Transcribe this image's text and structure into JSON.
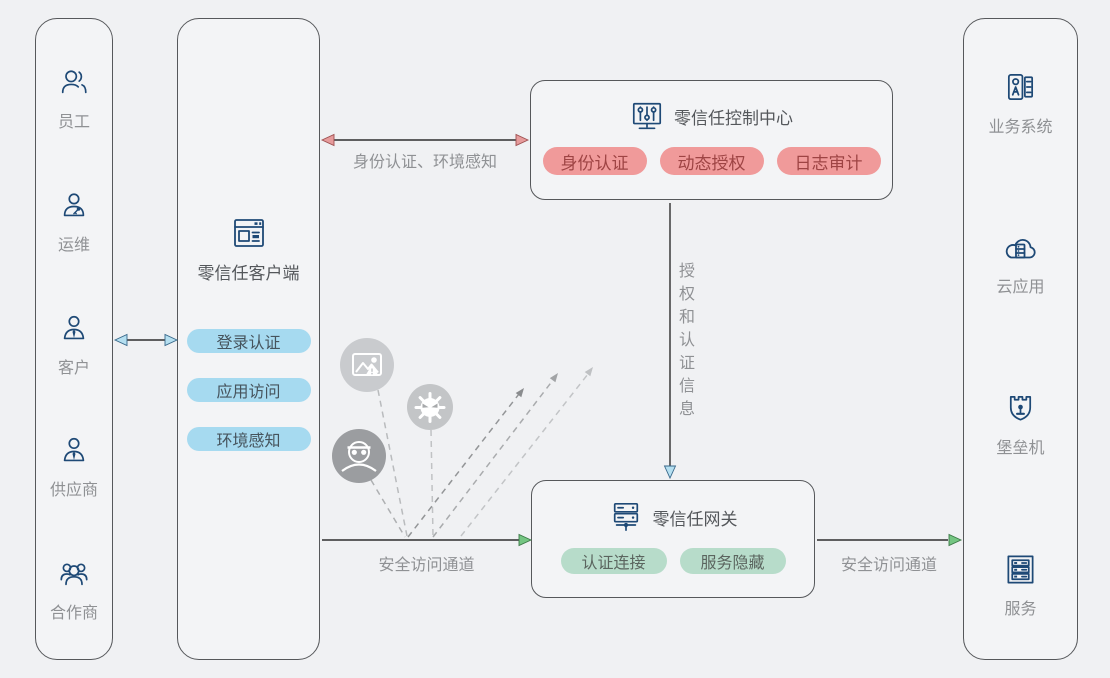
{
  "diagram_title": "zero-trust-architecture",
  "users_panel": {
    "items": [
      {
        "label": "员工",
        "icon": "employee-icon"
      },
      {
        "label": "运维",
        "icon": "ops-icon"
      },
      {
        "label": "客户",
        "icon": "customer-icon"
      },
      {
        "label": "供应商",
        "icon": "supplier-icon"
      },
      {
        "label": "合作商",
        "icon": "partner-icon"
      }
    ]
  },
  "client_panel": {
    "title": "零信任客户端",
    "icon": "client-window-icon",
    "pills": [
      "登录认证",
      "应用访问",
      "环境感知"
    ]
  },
  "control_center": {
    "title": "零信任控制中心",
    "icon": "control-center-icon",
    "pills": [
      "身份认证",
      "动态授权",
      "日志审计"
    ]
  },
  "gateway": {
    "title": "零信任网关",
    "icon": "gateway-server-icon",
    "pills": [
      "认证连接",
      "服务隐藏"
    ]
  },
  "resources_panel": {
    "items": [
      {
        "label": "业务系统",
        "icon": "business-system-icon"
      },
      {
        "label": "云应用",
        "icon": "cloud-app-icon"
      },
      {
        "label": "堡垒机",
        "icon": "bastion-host-icon"
      },
      {
        "label": "服务",
        "icon": "services-icon"
      }
    ]
  },
  "edges": {
    "client_control_label": "身份认证、环境感知",
    "control_gateway_label": "授权和认证信息",
    "client_gateway_label": "安全访问通道",
    "gateway_resources_label": "安全访问通道"
  },
  "threats": [
    {
      "name": "malicious-content",
      "icon": "image-threat-icon"
    },
    {
      "name": "virus",
      "icon": "virus-threat-icon"
    },
    {
      "name": "hacker",
      "icon": "hacker-threat-icon"
    }
  ],
  "colors": {
    "background": "#f0f1f3",
    "panel_border": "#56585b",
    "icon_navy": "#1e4976",
    "label_gray": "#8f9194",
    "pill_blue_bg": "#a6daf0",
    "pill_red_bg": "#f09a9a",
    "pill_green_bg": "#b7dcca",
    "arrowhead_blue": "#b5dff0",
    "arrowhead_red": "#e69b9b",
    "arrowhead_green": "#74c581",
    "threat_gray_light": "#c9cbce",
    "threat_gray_mid": "#c3c5c7",
    "threat_gray_dark": "#9b9da0"
  }
}
